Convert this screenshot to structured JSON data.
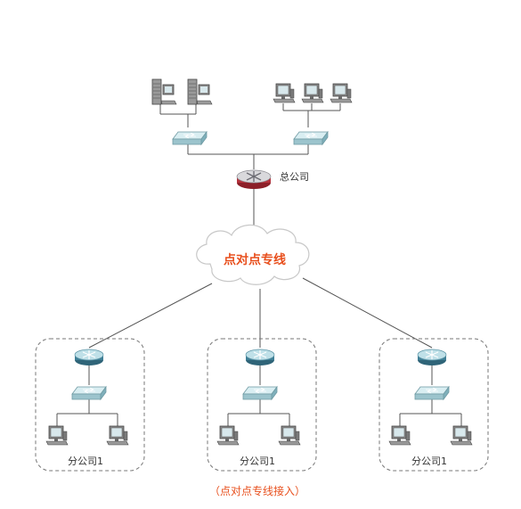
{
  "headquarters": {
    "label": "总公司"
  },
  "wan": {
    "label": "点对点专线"
  },
  "branches": [
    {
      "label": "分公司1"
    },
    {
      "label": "分公司1"
    },
    {
      "label": "分公司1"
    }
  ],
  "caption": "（点对点专线接入）",
  "colors": {
    "link": "#555555",
    "accent_text": "#e8501e",
    "switch": "#a9cfd7",
    "router_hq": "#b5323c",
    "router_branch": "#3f7f96",
    "branch_border": "#777777"
  },
  "icons": {
    "server": "server-icon",
    "pc": "pc-icon",
    "switch": "switch-icon",
    "router": "router-icon",
    "cloud": "cloud-icon"
  }
}
